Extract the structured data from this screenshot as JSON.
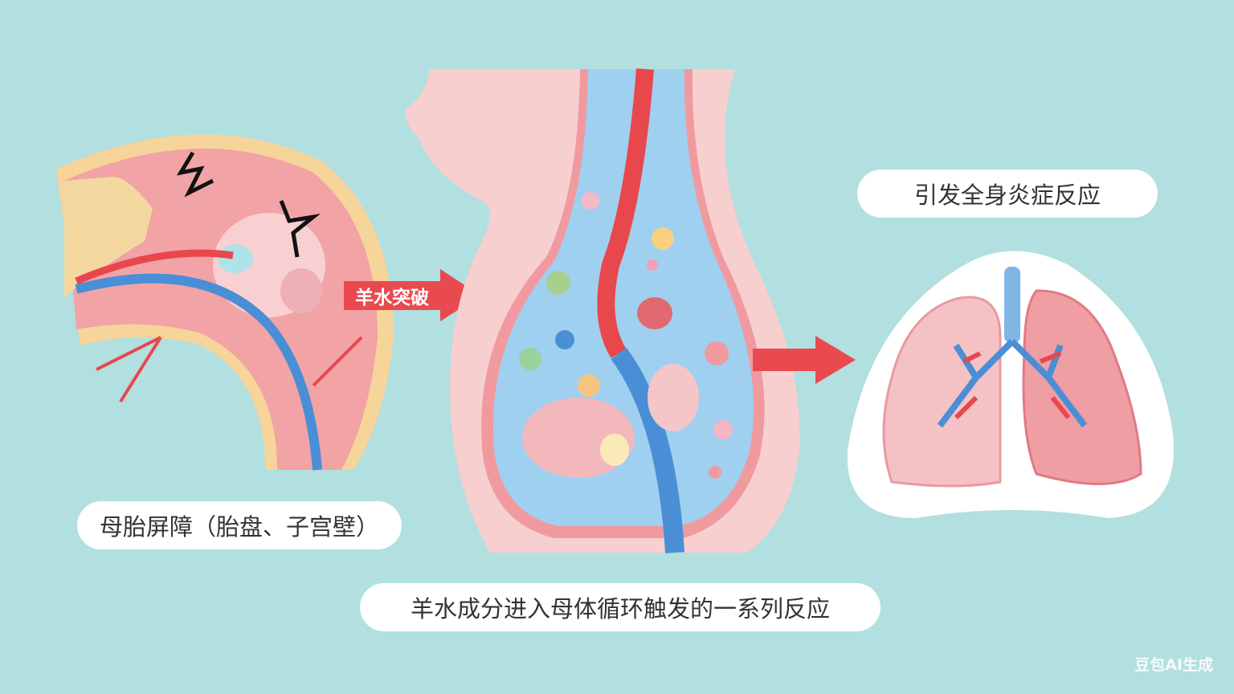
{
  "labels": {
    "arrow_breach": "羊水突破",
    "maternal_fetal_barrier": "母胎屏障（胎盘、子宫壁）",
    "systemic_inflammation": "引发全身炎症反应",
    "caption": "羊水成分进入母体循环触发的一系列反应"
  },
  "watermark": "豆包AI生成",
  "colors": {
    "background": "#b2dfe0",
    "artery": "#e8474c",
    "vein": "#4a8fd6",
    "arrow": "#e84a4f",
    "amniotic_fluid": "#9fd0f0"
  }
}
